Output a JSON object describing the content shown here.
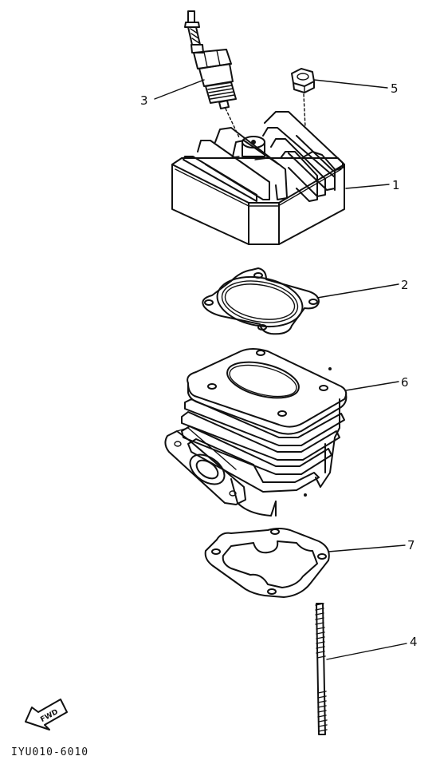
{
  "diagram": {
    "ref_code": "IYU010-6010",
    "fwd_label": "FWD",
    "parts": [
      {
        "id": "cylinder-head",
        "callout": "1"
      },
      {
        "id": "head-gasket",
        "callout": "2"
      },
      {
        "id": "spark-plug",
        "callout": "3"
      },
      {
        "id": "stud-bolt",
        "callout": "4"
      },
      {
        "id": "nut",
        "callout": "5"
      },
      {
        "id": "cylinder",
        "callout": "6"
      },
      {
        "id": "base-gasket",
        "callout": "7"
      }
    ]
  }
}
